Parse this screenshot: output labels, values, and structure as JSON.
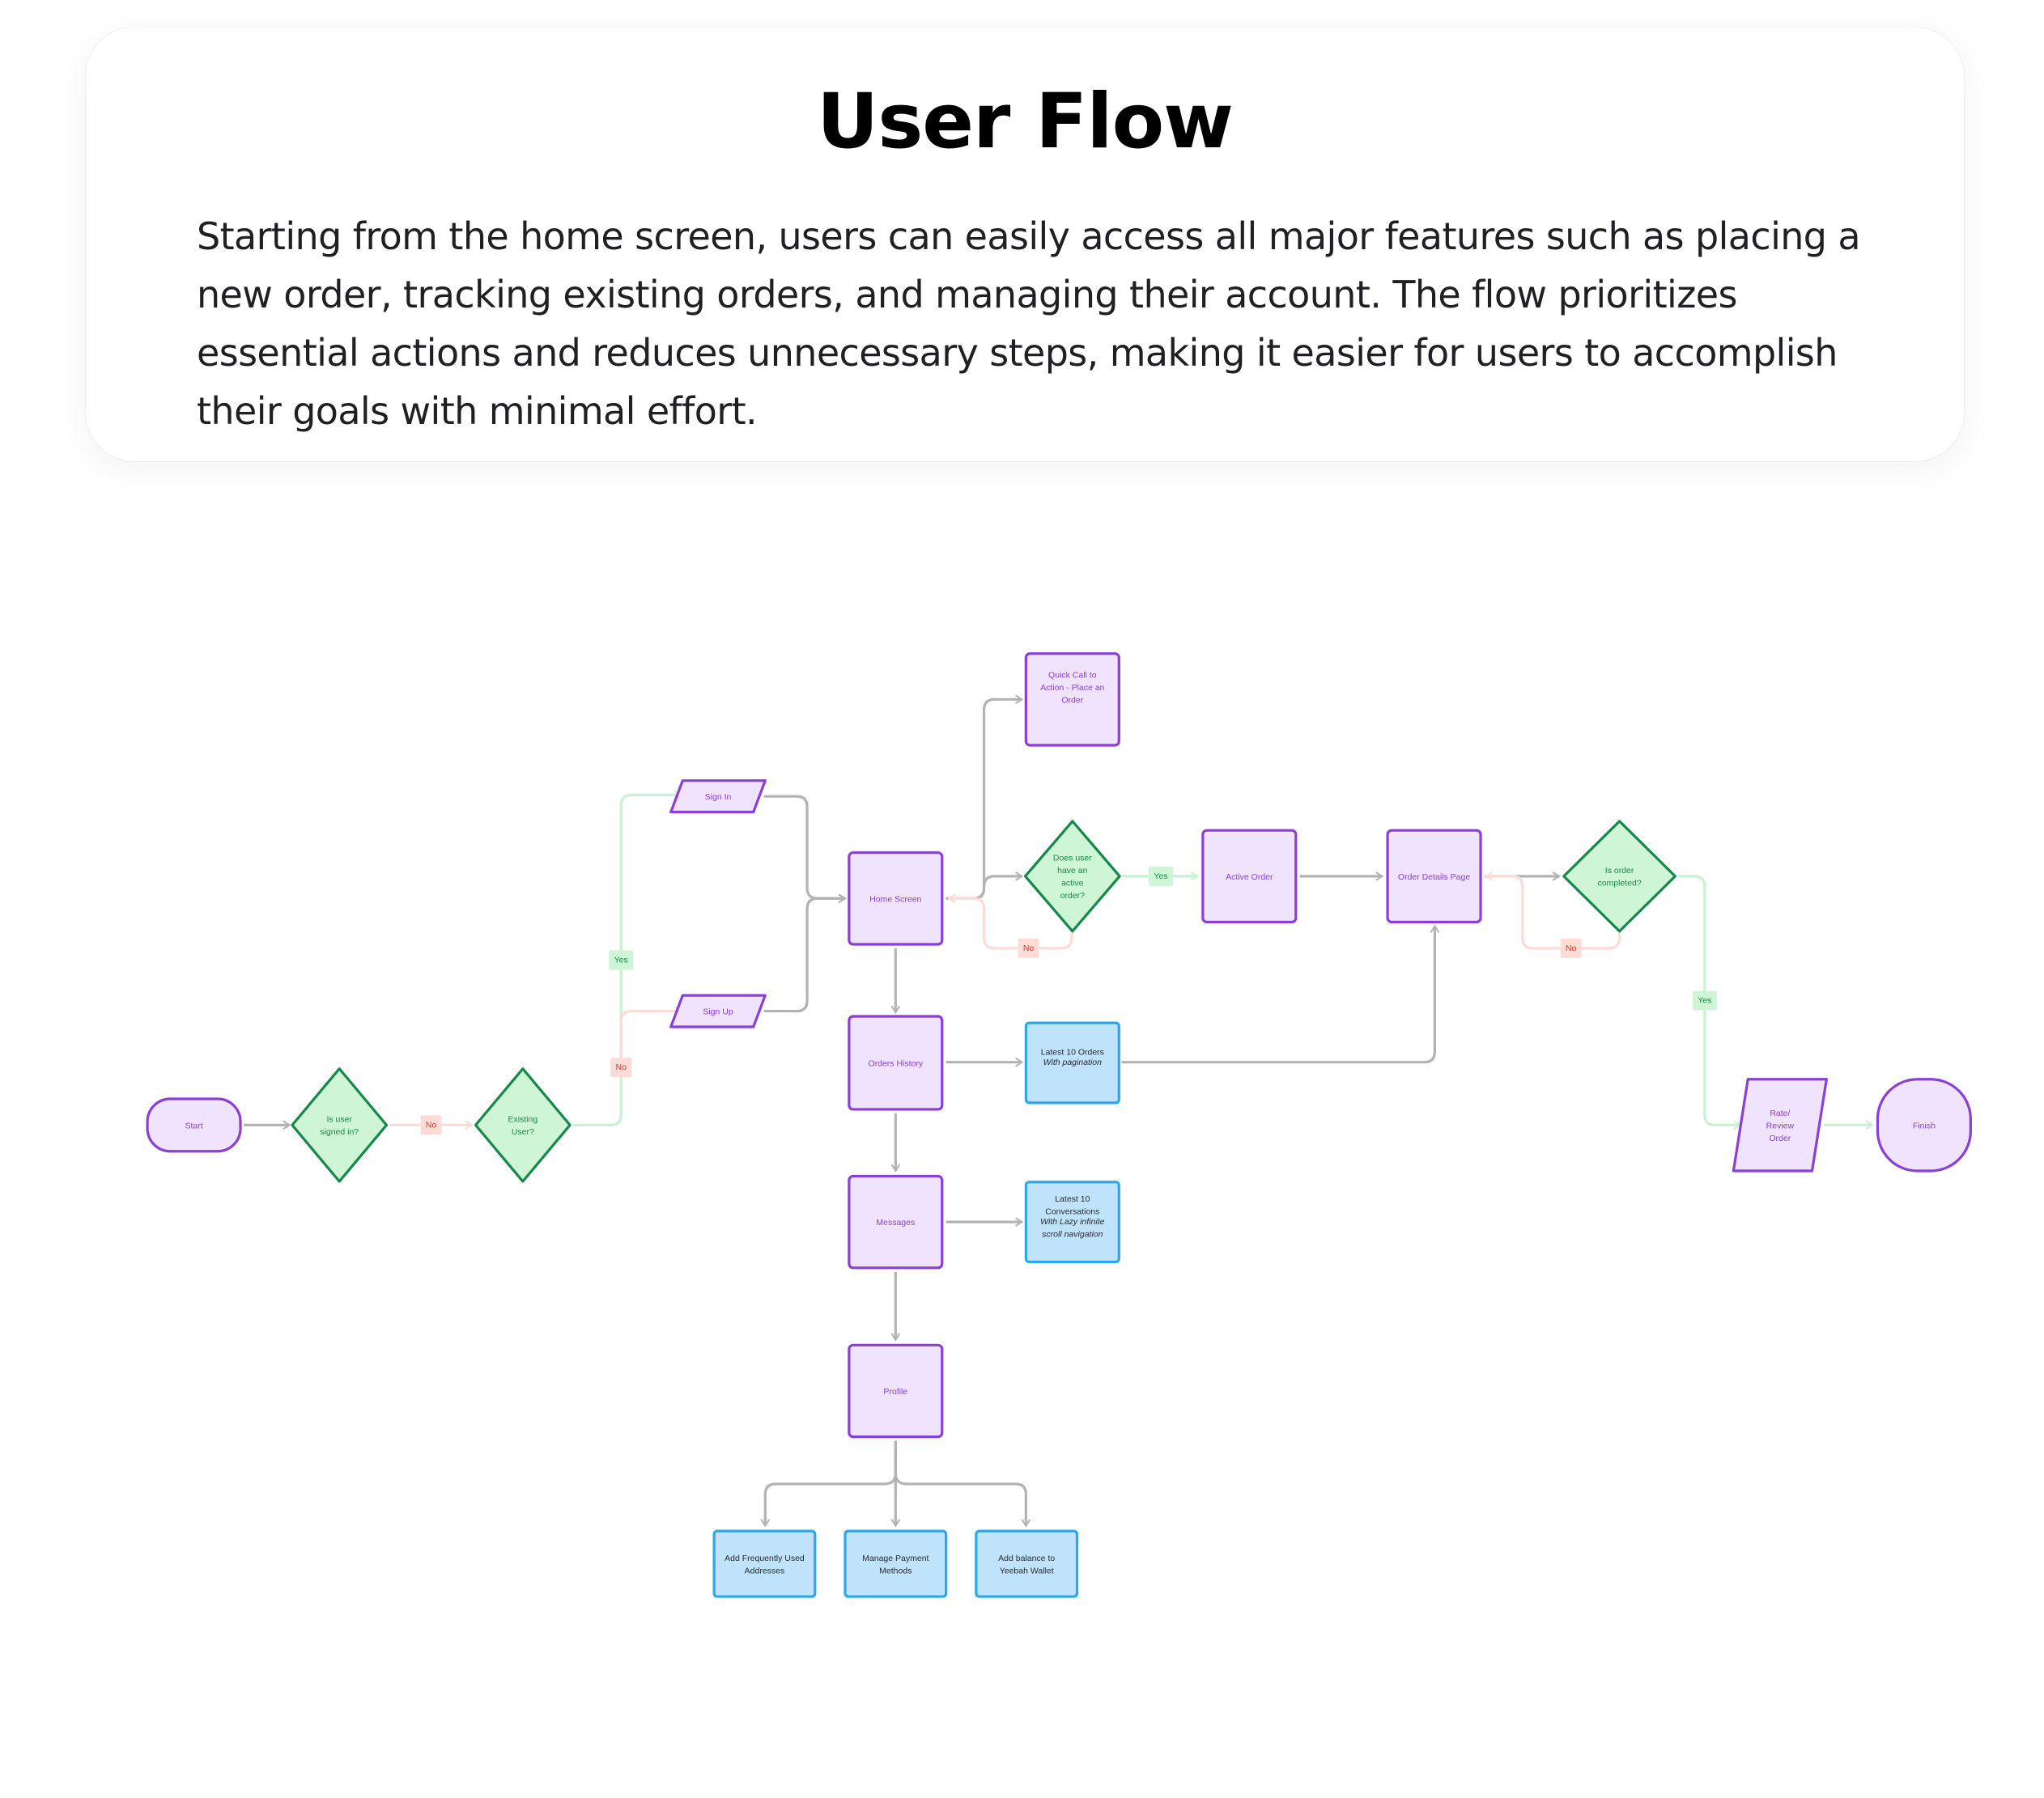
{
  "header": {
    "title": "User Flow",
    "description": "Starting from the home screen, users can easily access all major features such as placing a new order, tracking existing orders, and managing their account. The flow prioritizes essential actions and reduces unnecessary steps, making it easier for users to accomplish their goals with minimal effort."
  },
  "colors": {
    "process_fill": "#efe3fd",
    "process_stroke": "#8a3fd6",
    "decision_fill": "#cdf5d6",
    "decision_stroke": "#15884a",
    "detail_fill": "#bfe3fb",
    "detail_stroke": "#2aa8ec",
    "edge_default": "#b3b3b3",
    "edge_yes": "#c9f2d2",
    "edge_no": "#fddcd8",
    "yes_label_fill": "#cdf5d6",
    "yes_label_text": "#1a8a4a",
    "no_label_fill": "#fddcd8",
    "no_label_text": "#d13a2a"
  },
  "flow": {
    "nodes": {
      "start": {
        "type": "terminal",
        "lines": [
          "Start"
        ]
      },
      "signed_in": {
        "type": "decision",
        "lines": [
          "Is user",
          "signed in?"
        ]
      },
      "existing_user": {
        "type": "decision",
        "lines": [
          "Existing",
          "User?"
        ]
      },
      "sign_in": {
        "type": "io",
        "lines": [
          "Sign In"
        ]
      },
      "sign_up": {
        "type": "io",
        "lines": [
          "Sign Up"
        ]
      },
      "home": {
        "type": "process",
        "lines": [
          "Home Screen"
        ]
      },
      "quick_cta": {
        "type": "process",
        "lines": [
          "Quick Call to",
          "Action - Place an",
          "Order"
        ]
      },
      "has_active": {
        "type": "decision",
        "lines": [
          "Does user",
          "have an",
          "active",
          "order?"
        ]
      },
      "active_order": {
        "type": "process",
        "lines": [
          "Active Order"
        ]
      },
      "order_details": {
        "type": "process",
        "lines": [
          "Order Details Page"
        ]
      },
      "is_completed": {
        "type": "decision",
        "lines": [
          "Is order",
          "completed?"
        ]
      },
      "rate_review": {
        "type": "io",
        "lines": [
          "Rate/",
          "Review",
          "Order"
        ]
      },
      "finish": {
        "type": "terminal",
        "lines": [
          "Finish"
        ]
      },
      "orders_history": {
        "type": "process",
        "lines": [
          "Orders History"
        ]
      },
      "latest_orders": {
        "type": "detail",
        "lines": [
          "Latest 10 Orders"
        ],
        "note": [
          "With pagination"
        ]
      },
      "messages": {
        "type": "process",
        "lines": [
          "Messages"
        ]
      },
      "latest_conversations": {
        "type": "detail",
        "lines": [
          "Latest 10",
          "Conversations"
        ],
        "note": [
          "With Lazy infinite",
          "scroll navigation"
        ]
      },
      "profile": {
        "type": "process",
        "lines": [
          "Profile"
        ]
      },
      "addresses": {
        "type": "detail",
        "lines": [
          "Add Frequently Used",
          "Addresses"
        ]
      },
      "payment": {
        "type": "detail",
        "lines": [
          "Manage Payment",
          "Methods"
        ]
      },
      "wallet": {
        "type": "detail",
        "lines": [
          "Add balance to",
          "Yeebah Wallet"
        ]
      }
    },
    "edges": [
      {
        "from": "start",
        "to": "signed_in",
        "kind": "default"
      },
      {
        "from": "signed_in",
        "to": "existing_user",
        "kind": "no",
        "label": "No"
      },
      {
        "from": "existing_user",
        "to": "sign_in",
        "kind": "yes",
        "label": "Yes"
      },
      {
        "from": "existing_user",
        "to": "sign_up",
        "kind": "no",
        "label": "No"
      },
      {
        "from": "sign_in",
        "to": "home",
        "kind": "default"
      },
      {
        "from": "sign_up",
        "to": "home",
        "kind": "default"
      },
      {
        "from": "home",
        "to": "quick_cta",
        "kind": "default"
      },
      {
        "from": "home",
        "to": "has_active",
        "kind": "default"
      },
      {
        "from": "has_active",
        "to": "home",
        "kind": "no",
        "label": "No"
      },
      {
        "from": "has_active",
        "to": "active_order",
        "kind": "yes",
        "label": "Yes"
      },
      {
        "from": "active_order",
        "to": "order_details",
        "kind": "default"
      },
      {
        "from": "order_details",
        "to": "is_completed",
        "kind": "default"
      },
      {
        "from": "is_completed",
        "to": "order_details",
        "kind": "no",
        "label": "No"
      },
      {
        "from": "is_completed",
        "to": "rate_review",
        "kind": "yes",
        "label": "Yes"
      },
      {
        "from": "rate_review",
        "to": "finish",
        "kind": "yes"
      },
      {
        "from": "home",
        "to": "orders_history",
        "kind": "default"
      },
      {
        "from": "orders_history",
        "to": "latest_orders",
        "kind": "default"
      },
      {
        "from": "latest_orders",
        "to": "order_details",
        "kind": "default"
      },
      {
        "from": "orders_history",
        "to": "messages",
        "kind": "default"
      },
      {
        "from": "messages",
        "to": "latest_conversations",
        "kind": "default"
      },
      {
        "from": "messages",
        "to": "profile",
        "kind": "default"
      },
      {
        "from": "profile",
        "to": "addresses",
        "kind": "default"
      },
      {
        "from": "profile",
        "to": "payment",
        "kind": "default"
      },
      {
        "from": "profile",
        "to": "wallet",
        "kind": "default"
      }
    ]
  }
}
